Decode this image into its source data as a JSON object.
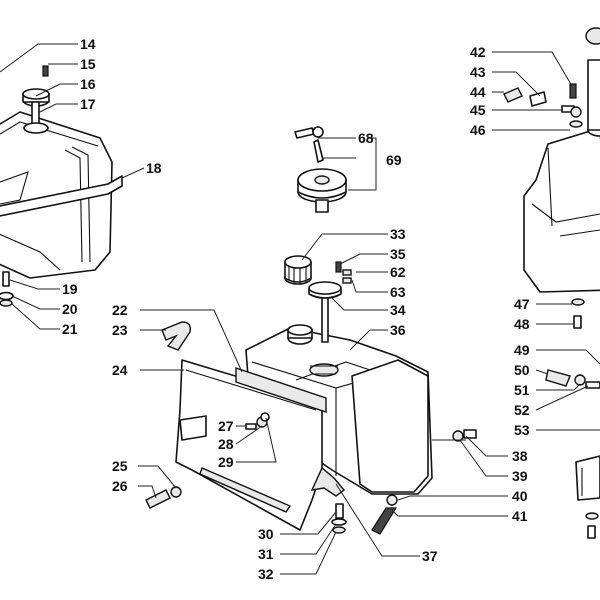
{
  "callouts": {
    "c14": "14",
    "c15": "15",
    "c16": "16",
    "c17": "17",
    "c18": "18",
    "c19": "19",
    "c20": "20",
    "c21": "21",
    "c22": "22",
    "c23": "23",
    "c24": "24",
    "c25": "25",
    "c26": "26",
    "c27": "27",
    "c28": "28",
    "c29": "29",
    "c30": "30",
    "c31": "31",
    "c32": "32",
    "c33": "33",
    "c34": "34",
    "c35": "35",
    "c36": "36",
    "c37": "37",
    "c38": "38",
    "c39": "39",
    "c40": "40",
    "c41": "41",
    "c42": "42",
    "c43": "43",
    "c44": "44",
    "c45": "45",
    "c46": "46",
    "c47": "47",
    "c48": "48",
    "c49": "49",
    "c50": "50",
    "c51": "51",
    "c52": "52",
    "c53": "53",
    "c62": "62",
    "c63": "63",
    "c68": "68",
    "c69": "69"
  }
}
